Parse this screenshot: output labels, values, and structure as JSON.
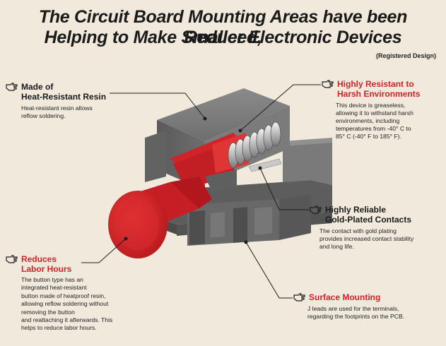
{
  "title": {
    "line1": "The Circuit Board Mounting Areas have been Reduced,",
    "line2": "Helping to Make Smaller Electronic Devices"
  },
  "registered": "(Registered Design)",
  "callouts": {
    "resin": {
      "heading1": "Made of",
      "heading2": "Heat-Resistant Resin",
      "body": "Heat-resistant resin allows\nreflow soldering."
    },
    "harsh": {
      "heading1": "Highly Resistant to",
      "heading2": "Harsh Environments",
      "body": "This device is greaseless,\nallowing it to withstand harsh\nenvironments, including\ntemperatures from -40° C to\n85° C (-40° F to 185° F)."
    },
    "contacts": {
      "heading1": "Highly Reliable",
      "heading2": "Gold-Plated Contacts",
      "body": "The contact with gold plating\nprovides increased contact stability\n and long life."
    },
    "labor": {
      "heading1": "Reduces",
      "heading2": "Labor Hours",
      "body": "The button type has an\nintegrated heat-resistant\nbutton made of heatproof resin,\nallowing reflow soldering  without\nremoving the button\nand reattaching it afterwards. This\nhelps to reduce labor hours."
    },
    "surface": {
      "heading1": "Surface Mounting",
      "body": "J leads are used for the terminals,\nregarding the footprints on the PCB."
    }
  },
  "colors": {
    "background": "#f1e9dc",
    "accent_red": "#d2232a",
    "body_gray": "#707070"
  }
}
